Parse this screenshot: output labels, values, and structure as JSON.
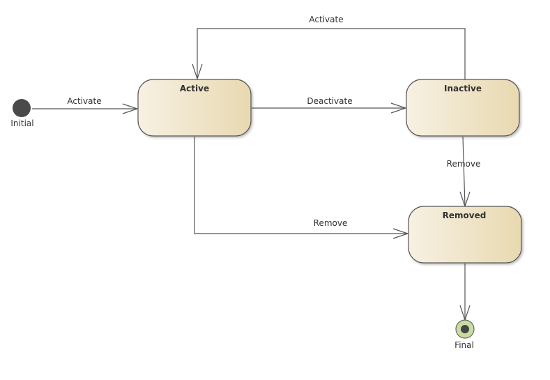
{
  "diagram": {
    "type": "state-machine",
    "colors": {
      "state_fill_light": "#f7f1e3",
      "state_fill_dark": "#e8d9b0",
      "state_border": "#555555",
      "edge": "#555555",
      "initial_node": "#4a4a4a",
      "final_outer": "#c8dca0",
      "final_inner": "#444444"
    },
    "nodes": {
      "initial": {
        "label": "Initial"
      },
      "active": {
        "label": "Active"
      },
      "inactive": {
        "label": "Inactive"
      },
      "removed": {
        "label": "Removed"
      },
      "final": {
        "label": "Final"
      }
    },
    "transitions": {
      "initial_to_active": {
        "label": "Activate"
      },
      "active_to_inactive": {
        "label": "Deactivate"
      },
      "inactive_to_active": {
        "label": "Activate"
      },
      "inactive_to_removed": {
        "label": "Remove"
      },
      "active_to_removed": {
        "label": "Remove"
      }
    }
  }
}
